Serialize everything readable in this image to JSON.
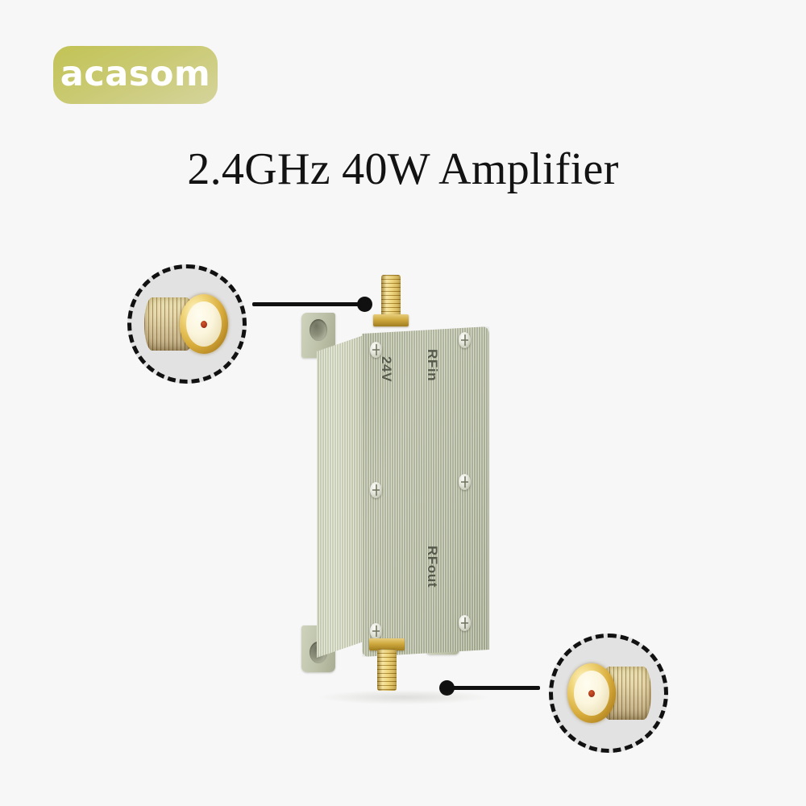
{
  "background_color": "#f7f7f7",
  "brand": {
    "name": "acasom",
    "badge_color_start": "#c2c355",
    "badge_color_end": "#d5d49c",
    "text_color": "#ffffff"
  },
  "header": {
    "title": "2.4GHz 40W Amplifier",
    "title_color": "#131313"
  },
  "product": {
    "type": "RF power amplifier module",
    "housing_color": "#b7bda4",
    "housing_side_color": "#cdd2ba",
    "connector_color": "#e8c864",
    "labels": {
      "power": "24V",
      "rf_input": "RFin",
      "rf_output": "RFout"
    },
    "label_color": "#55594a",
    "screw_count": 6,
    "flange_count": 4
  },
  "callouts": [
    {
      "id": "rf-input-connector",
      "target": "RFin",
      "detail": "SMA female connector",
      "circle_fill": "#e2e2e2",
      "circle_border": "#111111",
      "position": "top-left"
    },
    {
      "id": "rf-output-connector",
      "target": "RFout",
      "detail": "SMA female connector",
      "circle_fill": "#e2e2e2",
      "circle_border": "#111111",
      "position": "bottom-right"
    }
  ],
  "leader_lines": {
    "color": "#101010"
  }
}
